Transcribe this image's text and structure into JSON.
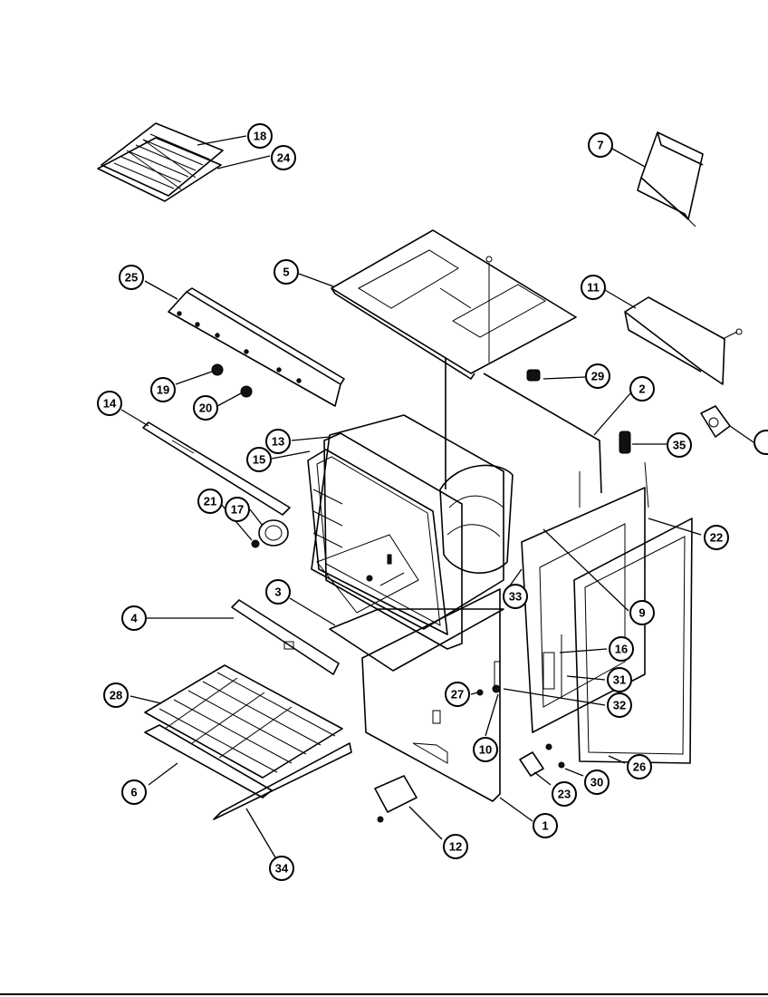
{
  "callouts": [
    {
      "id": "c18",
      "label": "18"
    },
    {
      "id": "c24",
      "label": "24"
    },
    {
      "id": "c7",
      "label": "7"
    },
    {
      "id": "c25",
      "label": "25"
    },
    {
      "id": "c5",
      "label": "5"
    },
    {
      "id": "c11",
      "label": "11"
    },
    {
      "id": "c19",
      "label": "19"
    },
    {
      "id": "c29",
      "label": "29"
    },
    {
      "id": "c2",
      "label": "2"
    },
    {
      "id": "c20",
      "label": "20"
    },
    {
      "id": "c14",
      "label": "14"
    },
    {
      "id": "c13",
      "label": "13"
    },
    {
      "id": "c35",
      "label": "35"
    },
    {
      "id": "c15",
      "label": "15"
    },
    {
      "id": "c21",
      "label": "21"
    },
    {
      "id": "c17",
      "label": "17"
    },
    {
      "id": "c22",
      "label": "22"
    },
    {
      "id": "c3",
      "label": "3"
    },
    {
      "id": "c33",
      "label": "33"
    },
    {
      "id": "c9",
      "label": "9"
    },
    {
      "id": "c4",
      "label": "4"
    },
    {
      "id": "c16",
      "label": "16"
    },
    {
      "id": "c31",
      "label": "31"
    },
    {
      "id": "c28",
      "label": "28"
    },
    {
      "id": "c27",
      "label": "27"
    },
    {
      "id": "c32",
      "label": "32"
    },
    {
      "id": "c10",
      "label": "10"
    },
    {
      "id": "c26",
      "label": "26"
    },
    {
      "id": "c6",
      "label": "6"
    },
    {
      "id": "c23",
      "label": "23"
    },
    {
      "id": "c30",
      "label": "30"
    },
    {
      "id": "c1",
      "label": "1"
    },
    {
      "id": "c12",
      "label": "12"
    },
    {
      "id": "c34",
      "label": "34"
    }
  ]
}
